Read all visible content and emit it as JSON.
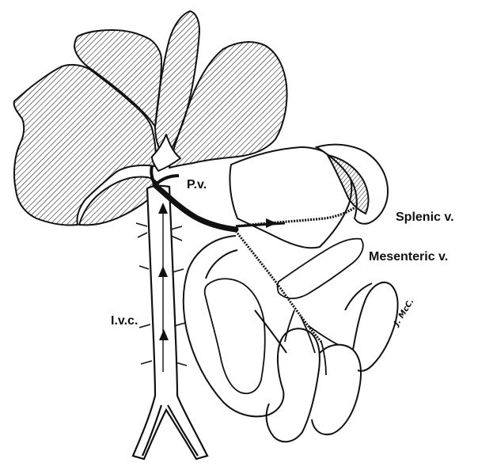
{
  "labels": {
    "portal_vein": "P.v.",
    "splenic_vein": "Splenic v.",
    "mesenteric_vein": "Mesenteric v.",
    "ivc": "I.v.c."
  },
  "signature": "J. McC.",
  "colors": {
    "ink": "#111111",
    "paper": "#ffffff"
  }
}
